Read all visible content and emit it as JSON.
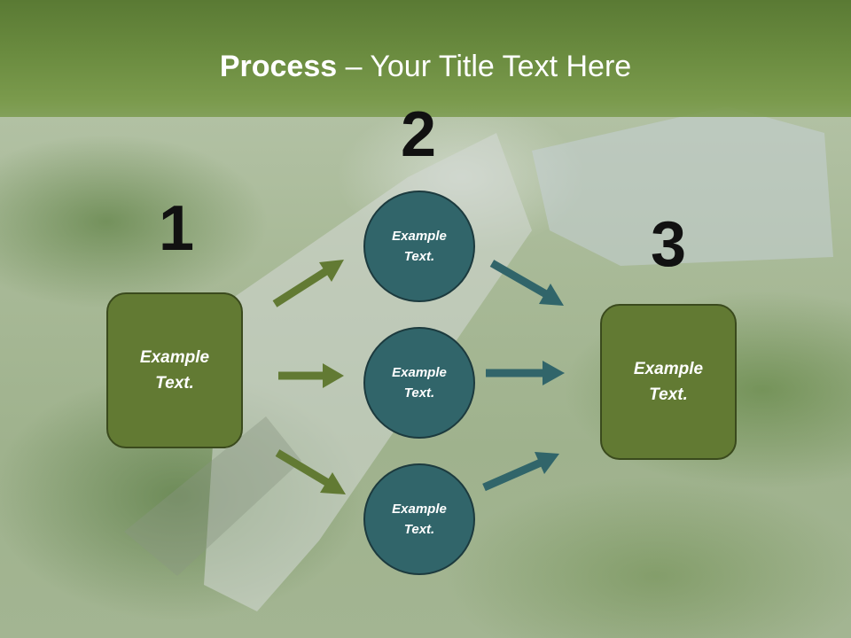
{
  "title": {
    "bold": "Process",
    "rest": " – Your Title Text Here"
  },
  "steps": [
    {
      "number": "1",
      "line1": "Example",
      "line2": "Text."
    },
    {
      "number": "2"
    },
    {
      "number": "3",
      "line1": "Example",
      "line2": "Text."
    }
  ],
  "circles": [
    {
      "line1": "Example",
      "line2": "Text."
    },
    {
      "line1": "Example",
      "line2": "Text."
    },
    {
      "line1": "Example",
      "line2": "Text."
    }
  ],
  "colors": {
    "title_bar": "#6a8b3f",
    "box_fill": "#627a33",
    "circle_fill": "#31656a",
    "arrow_green": "#627a33",
    "arrow_teal": "#31656a"
  }
}
